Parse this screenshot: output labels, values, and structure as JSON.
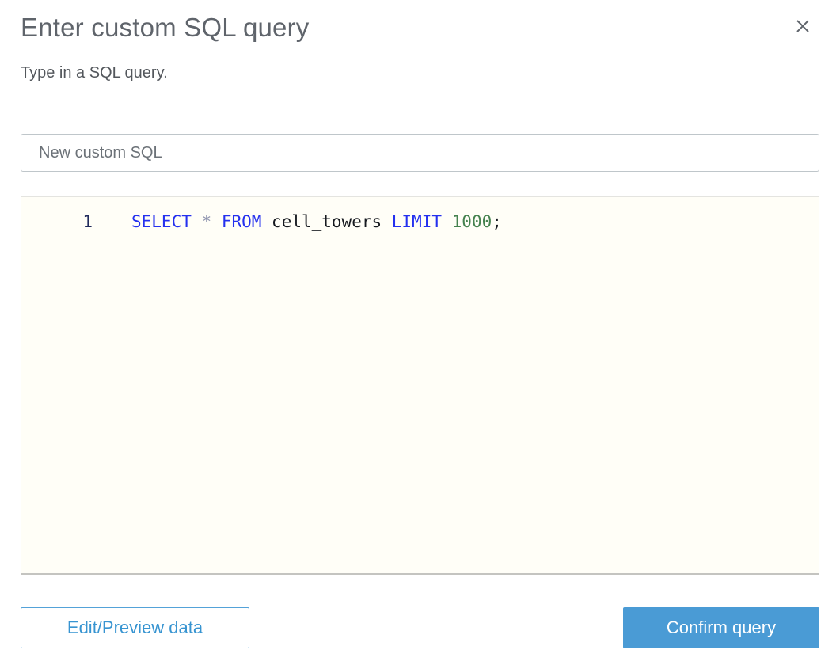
{
  "dialog": {
    "title": "Enter custom SQL query",
    "subtitle": "Type in a SQL query."
  },
  "name_input": {
    "value": "New custom SQL"
  },
  "editor": {
    "lines": [
      {
        "number": "1",
        "tokens": [
          {
            "text": "SELECT",
            "type": "keyword"
          },
          {
            "text": " ",
            "type": "plain"
          },
          {
            "text": "*",
            "type": "operator"
          },
          {
            "text": " ",
            "type": "plain"
          },
          {
            "text": "FROM",
            "type": "keyword"
          },
          {
            "text": " cell_towers ",
            "type": "plain"
          },
          {
            "text": "LIMIT",
            "type": "keyword"
          },
          {
            "text": " ",
            "type": "plain"
          },
          {
            "text": "1000",
            "type": "number"
          },
          {
            "text": ";",
            "type": "plain"
          }
        ]
      }
    ]
  },
  "footer": {
    "edit_preview_label": "Edit/Preview data",
    "confirm_label": "Confirm query"
  },
  "icons": {
    "close": "close-icon"
  },
  "colors": {
    "keyword": "#2430ef",
    "operator": "#8e93ae",
    "number": "#45824f",
    "plain": "#16191f",
    "accent-blue": "#3794d1",
    "button-fill": "#4a9bd5"
  }
}
